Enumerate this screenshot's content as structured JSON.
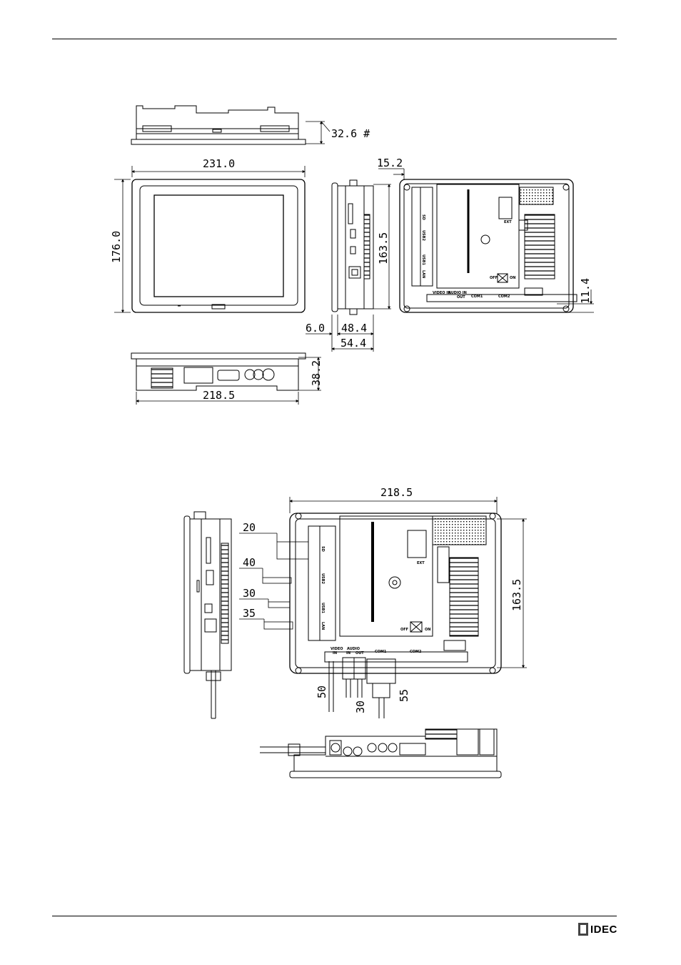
{
  "brand": {
    "name": "IDEC"
  },
  "colors": {
    "line": "#000000",
    "panel_fill": "#ffffff",
    "grey": "#888888"
  },
  "figure1": {
    "top_depth_label": "32.6 #",
    "front_width_label": "231.0",
    "front_height_label": "176.0",
    "rear_offset_label": "15.2",
    "side_height_label": "163.5",
    "bezel_label": "6.0",
    "body_depth_label": "48.4",
    "total_depth_label": "54.4",
    "rear_bottom_label": "11.4",
    "bottom_height_label": "38.2",
    "bottom_width_label": "218.5",
    "rear_texts": {
      "ext": "EXT",
      "off": "OFF",
      "on": "ON",
      "video_in": "VIDEO IN",
      "audio_in": "AUDIO IN",
      "audio_out": "OUT",
      "com1": "COM1",
      "com2": "COM2",
      "sd": "SD",
      "usb2": "USB2",
      "usb1": "USB1",
      "lan": "LAN"
    }
  },
  "figure2": {
    "width_label": "218.5",
    "height_label": "163.5",
    "sd_clearance": "20",
    "usb2_clearance": "40",
    "usb1_clearance": "30",
    "lan_clearance": "35",
    "video_clearance": "50",
    "audio_clearance": "30",
    "com1_clearance": "55",
    "rear_texts": {
      "ext": "EXT",
      "off": "OFF",
      "on": "ON",
      "video": "VIDEO",
      "in1": "IN",
      "audio": "AUDIO",
      "in2": "IN",
      "out": "OUT",
      "com1": "COM1",
      "com2": "COM2",
      "sd": "SD",
      "usb2": "USB2",
      "usb1": "USB1",
      "lan": "LAN"
    }
  }
}
